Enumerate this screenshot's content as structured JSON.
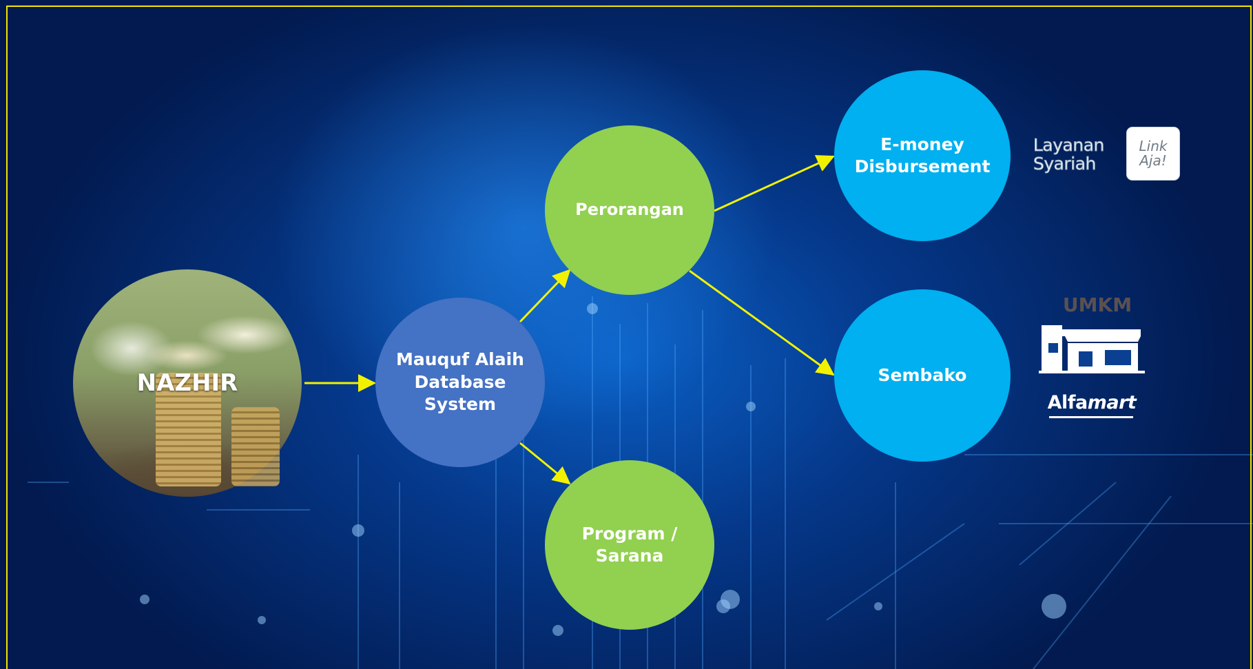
{
  "nodes": {
    "nazhir": "NAZHIR",
    "mauquf": "Mauquf Alaih\nDatabase\nSystem",
    "perorangan": "Perorangan",
    "program": "Program /\nSarana",
    "emoney": "E-money\nDisbursement",
    "sembako": "Sembako"
  },
  "logos": {
    "layanan_syariah": "Layanan\nSyariah",
    "linkaja": "Link\nAja!",
    "umkm": "UMKM",
    "alfamart_bold": "Alfa",
    "alfamart_italic": "mart"
  },
  "colors": {
    "border": "#f2e600",
    "arrow": "#f2f200",
    "green_node": "#92d050",
    "blue_node": "#4472c4",
    "cyan_node": "#00b0f0"
  }
}
